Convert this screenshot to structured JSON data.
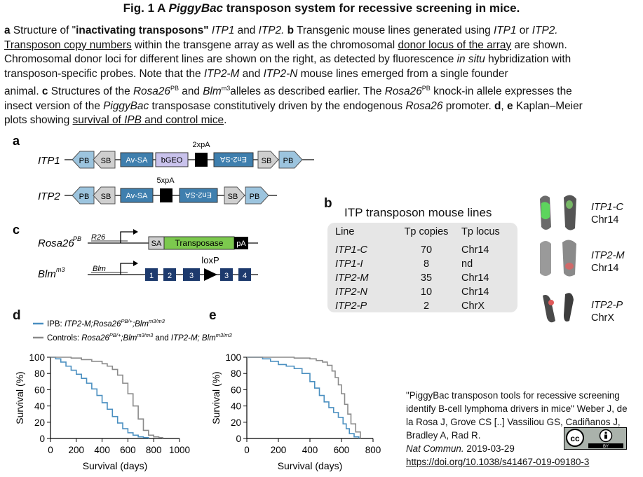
{
  "figure": {
    "title_prefix": "Fig. 1 A ",
    "title_italic": "PiggyBac",
    "title_suffix": " transposon system for recessive screening in mice."
  },
  "caption": {
    "l1_a": "a",
    "l1_t1": " Structure of \"",
    "l1_bold": "inactivating transposons\"",
    "l1_t2": " ",
    "l1_itp1": "ITP1",
    "l1_and": " and ",
    "l1_itp2": "ITP2.",
    "l1_b": " b",
    "l1_t3": " Transgenic mouse lines generated using ",
    "l1_itp1b": "ITP1",
    "l1_or": " or ",
    "l1_itp2b": "ITP2.",
    "l2_u1": "Transposon copy numbers",
    "l2_t1": " within the transgene array as well as the chromosomal ",
    "l2_u2": "donor locus of the array",
    "l2_t2": " are shown.",
    "l3_t1": "Chromosomal donor loci for different lines are shown on the right, as detected by fluorescence ",
    "l3_i": "in situ",
    "l3_t2": " hybridization with",
    "l4_t1": "transposon-specific probes. Note that the ",
    "l4_i1": "ITP2-M",
    "l4_and": " and ",
    "l4_i2": "ITP2-N",
    "l4_t2": " mouse lines emerged from a single founder",
    "l5_t1": "animal. ",
    "l5_c": "c",
    "l5_t2": " Structures of the ",
    "l5_rosa": "Rosa26",
    "l5_pb": "PB",
    "l5_and": " and ",
    "l5_blm": "Blm",
    "l5_m3": "m3",
    "l5_t3": "alleles as described earlier. The ",
    "l5_rosa2": "Rosa26",
    "l5_pb2": "PB",
    "l5_t4": " knock-in allele expresses the",
    "l6_t1": "insect version of the ",
    "l6_i1": "PiggyBac",
    "l6_t2": " transposase constitutively driven by the endogenous ",
    "l6_i2": "Rosa26",
    "l6_t3": " promoter. ",
    "l6_d": "d",
    "l6_comma": ", ",
    "l6_e": "e",
    "l6_t4": " Kaplan–Meier",
    "l7_t1": "plots showing ",
    "l7_u1": "survival of ",
    "l7_ui": "IPB",
    "l7_u2": " and control mice",
    "l7_t2": "."
  },
  "panel_a": {
    "letter": "a",
    "itp1_label": "ITP1",
    "itp2_label": "ITP2",
    "pb": "PB",
    "sb": "SB",
    "avsa": "Av-SA",
    "bgeo": "bGEO",
    "en2sa": "En2-SA",
    "itp1_polya": "2xpA",
    "itp2_polya": "5xpA"
  },
  "panel_c": {
    "letter": "c",
    "rosa_label": "Rosa26",
    "rosa_sup": "PB",
    "r26": "R26",
    "sa": "SA",
    "transposase": "Transposase",
    "pa": "pA",
    "blm_label": "Blm",
    "blm_sup": "m3",
    "blm": "Blm",
    "loxp": "loxP",
    "exons": [
      "1",
      "2",
      "3",
      "3",
      "4"
    ]
  },
  "panel_b": {
    "letter": "b",
    "title": "ITP transposon mouse lines",
    "headers": [
      "Line",
      "Tp copies",
      "Tp locus"
    ],
    "rows": [
      [
        "ITP1-C",
        "70",
        "Chr14"
      ],
      [
        "ITP1-I",
        "8",
        "nd"
      ],
      [
        "ITP2-M",
        "35",
        "Chr14"
      ],
      [
        "ITP2-N",
        "10",
        "Chr14"
      ],
      [
        "ITP2-P",
        "2",
        "ChrX"
      ]
    ],
    "fish": [
      {
        "line": "ITP1-C",
        "chr": "Chr14"
      },
      {
        "line": "ITP2-M",
        "chr": "Chr14"
      },
      {
        "line": "ITP2-P",
        "chr": "ChrX"
      }
    ]
  },
  "legend": {
    "ipb_prefix": "IPB: ",
    "ipb_geno": "ITP2-M;Rosa26",
    "ipb_sup1": "PB/+",
    "ipb_mid": ";Blm",
    "ipb_sup2": "m3/m3",
    "ctrl_prefix": "Controls: ",
    "ctrl_geno": "Rosa26",
    "ctrl_sup1": "PB/+",
    "ctrl_mid": ";Blm",
    "ctrl_sup2": "m3/m3",
    "ctrl_and": " and ",
    "ctrl_geno2": "ITP2-M; Blm",
    "ctrl_sup3": "m3/m3",
    "ipb_color": "#4a8fc0",
    "ctrl_color": "#8a8a8a"
  },
  "chart_data": [
    {
      "type": "line",
      "panel": "d",
      "xlabel": "Survival (days)",
      "ylabel": "Survival (%)",
      "xlim": [
        0,
        1000
      ],
      "ylim": [
        0,
        100
      ],
      "xticks": [
        0,
        200,
        400,
        600,
        800,
        1000
      ],
      "yticks": [
        0,
        20,
        40,
        60,
        80,
        100
      ],
      "series": [
        {
          "name": "IPB",
          "color": "#4a8fc0",
          "x": [
            0,
            40,
            80,
            120,
            160,
            200,
            240,
            280,
            320,
            360,
            400,
            440,
            480,
            520,
            560,
            600,
            640,
            680,
            720,
            760
          ],
          "y": [
            100,
            98,
            94,
            89,
            84,
            79,
            74,
            68,
            61,
            53,
            44,
            36,
            27,
            19,
            12,
            7,
            4,
            2,
            1,
            0
          ]
        },
        {
          "name": "Controls",
          "color": "#8a8a8a",
          "x": [
            0,
            80,
            160,
            240,
            320,
            400,
            440,
            480,
            520,
            560,
            600,
            640,
            680,
            720,
            760,
            800,
            840,
            870
          ],
          "y": [
            100,
            100,
            99,
            97,
            95,
            92,
            89,
            85,
            78,
            68,
            55,
            40,
            24,
            10,
            4,
            2,
            1,
            0
          ]
        }
      ]
    },
    {
      "type": "line",
      "panel": "e",
      "xlabel": "Survival (days)",
      "ylabel": "Survival (%)",
      "xlim": [
        0,
        800
      ],
      "ylim": [
        0,
        100
      ],
      "xticks": [
        0,
        200,
        400,
        600,
        800
      ],
      "yticks": [
        0,
        20,
        40,
        60,
        80,
        100
      ],
      "series": [
        {
          "name": "IPB",
          "color": "#4a8fc0",
          "x": [
            0,
            100,
            150,
            200,
            250,
            300,
            350,
            400,
            430,
            460,
            490,
            520,
            550,
            580,
            610,
            630,
            650,
            680,
            710
          ],
          "y": [
            100,
            98,
            95,
            91,
            89,
            86,
            80,
            70,
            62,
            53,
            45,
            38,
            32,
            26,
            18,
            12,
            6,
            2,
            0
          ]
        },
        {
          "name": "Controls",
          "color": "#8a8a8a",
          "x": [
            0,
            200,
            300,
            400,
            440,
            480,
            510,
            540,
            560,
            580,
            600,
            620,
            640,
            660,
            690,
            720
          ],
          "y": [
            100,
            100,
            99,
            98,
            96,
            94,
            90,
            83,
            75,
            66,
            55,
            42,
            30,
            18,
            8,
            0
          ]
        }
      ]
    }
  ],
  "citation": {
    "line1": "\"PiggyBac transposon tools for recessive screening",
    "line2": "identify B-cell lymphoma drivers in mice\" Weber J, de",
    "line3": "la Rosa J, Grove CS [..] Vassiliou GS, Cadiñanos J,",
    "line4": "Bradley A, Rad R.",
    "journal": "Nat Commun.",
    "date": " 2019-03-29",
    "doi": "https://doi.org/10.1038/s41467-019-09180-3",
    "cc": "cc",
    "by": "BY"
  }
}
